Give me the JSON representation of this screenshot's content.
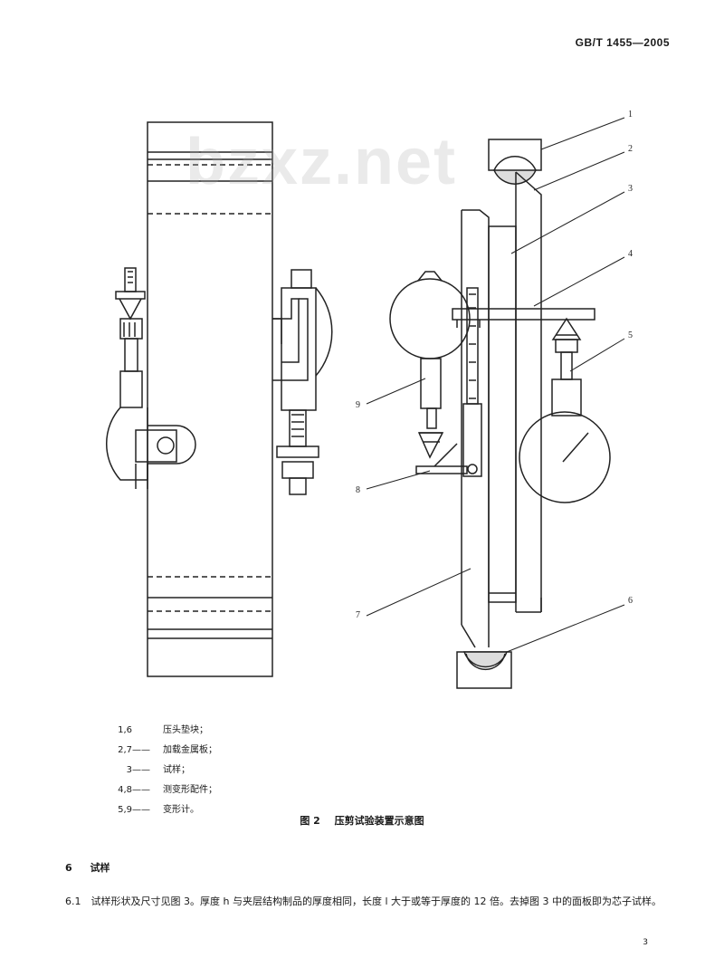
{
  "header": {
    "standard_code": "GB/T 1455—2005"
  },
  "watermark": {
    "text": "bzxz.net"
  },
  "figure": {
    "labels": [
      "1",
      "2",
      "3",
      "4",
      "5",
      "6",
      "7",
      "8",
      "9"
    ]
  },
  "legend": {
    "items": [
      {
        "num": "1,6",
        "sep": "",
        "text": "压头垫块；"
      },
      {
        "num": "2,7",
        "sep": "——",
        "text": "加载金属板；"
      },
      {
        "num": "3",
        "sep": "——",
        "text": "试样；"
      },
      {
        "num": "4,8",
        "sep": "——",
        "text": "测变形配件；"
      },
      {
        "num": "5,9",
        "sep": "——",
        "text": "变形计。"
      }
    ]
  },
  "caption": {
    "label": "图 2",
    "title": "压剪试验装置示意图"
  },
  "section": {
    "number": "6",
    "title": "试样"
  },
  "paragraph": {
    "text": "6.1　试样形状及尺寸见图 3。厚度 h 与夹层结构制品的厚度相同，长度 l 大于或等于厚度的 12 倍。去掉图 3 中的面板即为芯子试样。"
  },
  "footer": {
    "page_number": "3"
  }
}
